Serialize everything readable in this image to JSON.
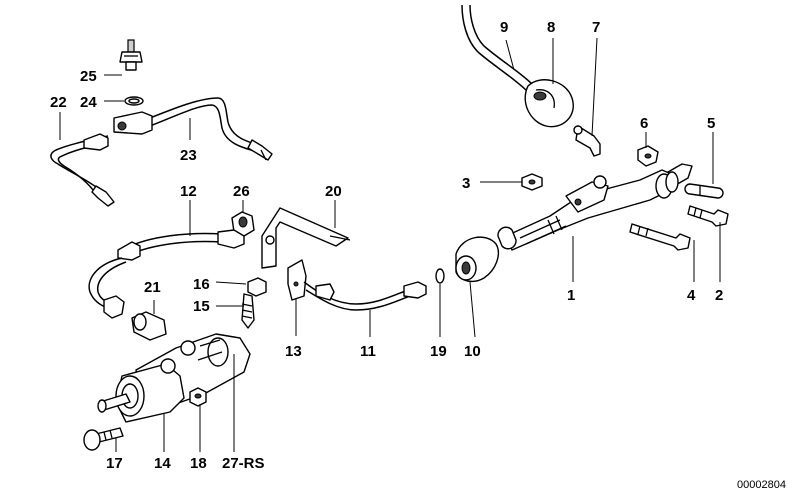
{
  "diagram": {
    "callouts": {
      "c1": "1",
      "c2": "2",
      "c3": "3",
      "c4": "4",
      "c5": "5",
      "c6": "6",
      "c7": "7",
      "c8": "8",
      "c9": "9",
      "c10": "10",
      "c11": "11",
      "c12": "12",
      "c13": "13",
      "c14": "14",
      "c15": "15",
      "c16": "16",
      "c17": "17",
      "c18": "18",
      "c19": "19",
      "c20": "20",
      "c21": "21",
      "c22": "22",
      "c23": "23",
      "c24": "24",
      "c25": "25",
      "c26": "26",
      "c27": "27-RS"
    },
    "document_number": "00002804"
  }
}
